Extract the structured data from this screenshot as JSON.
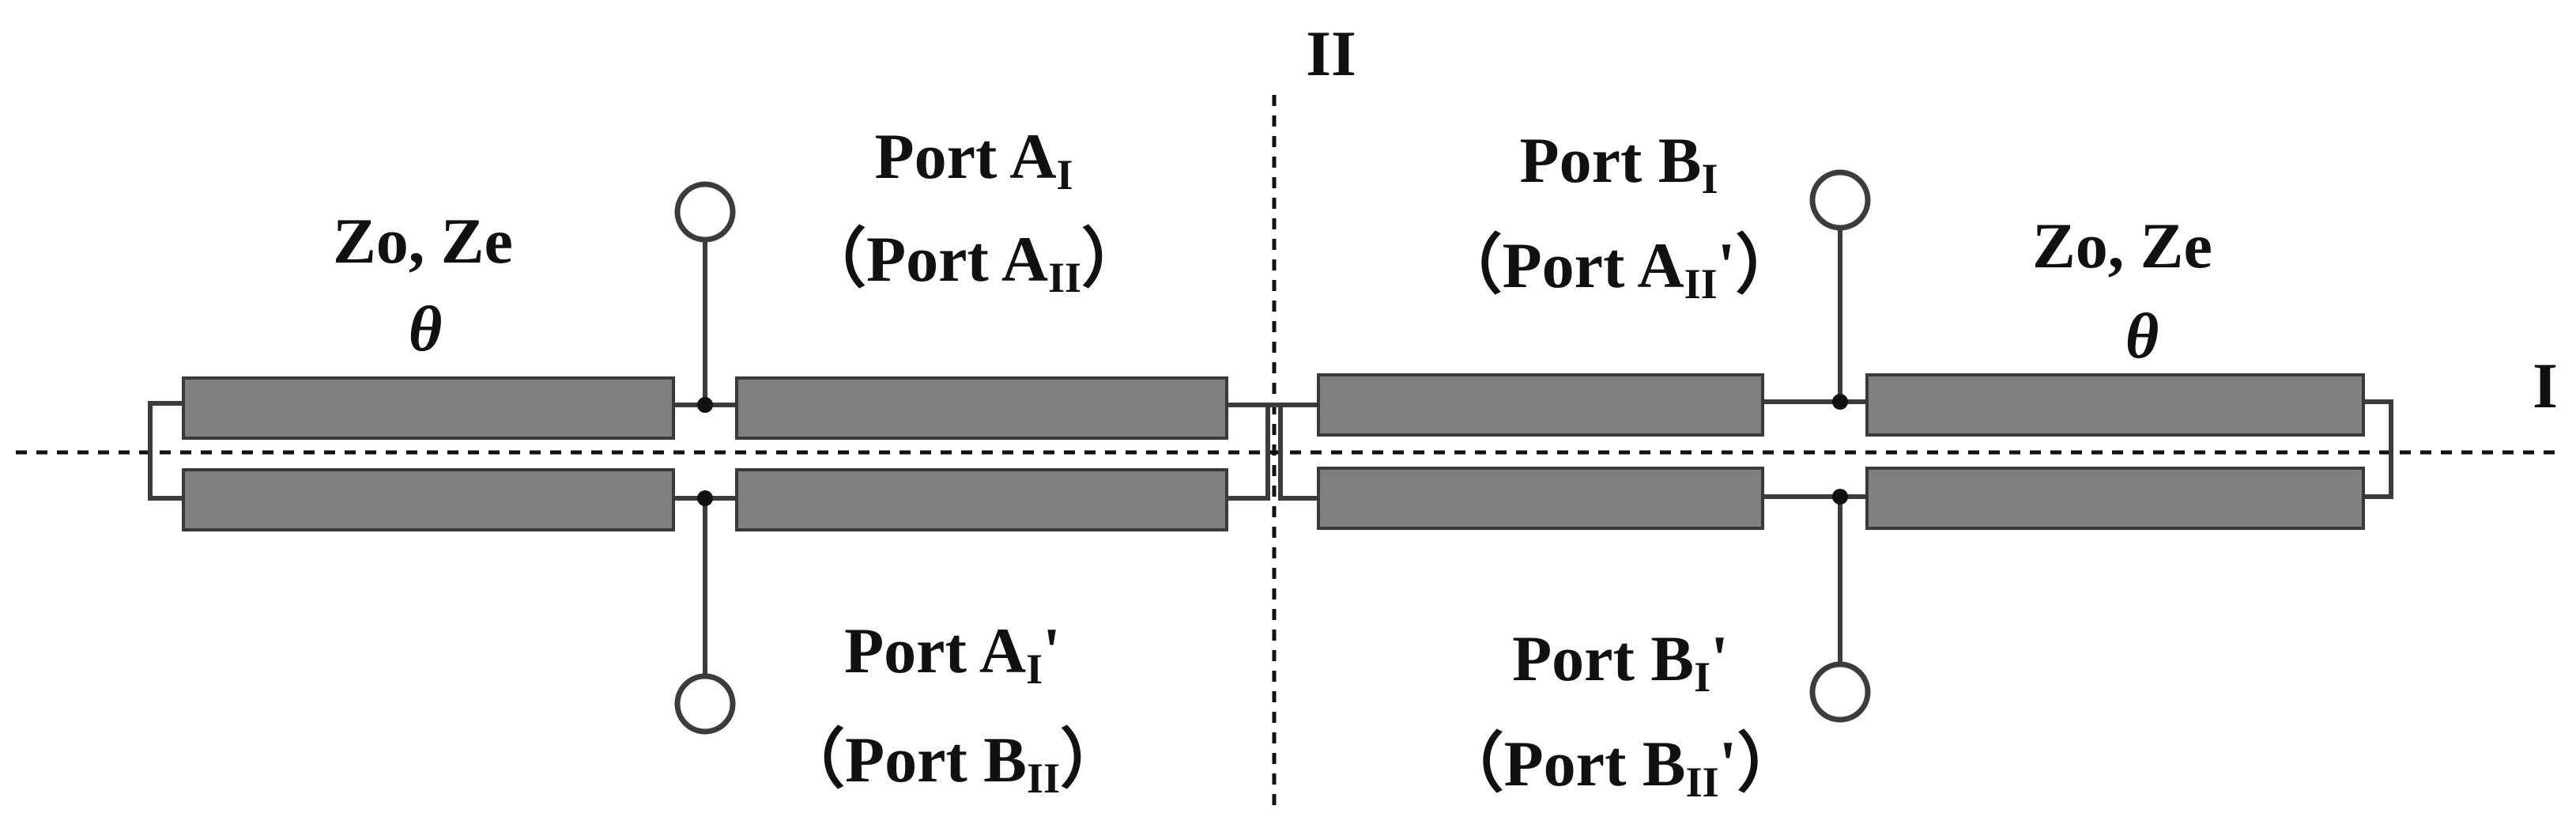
{
  "symmetry_planes": {
    "horizontal": "I",
    "vertical": "II"
  },
  "left_section": {
    "impedances": "Zo, Ze",
    "electrical_length": "θ"
  },
  "right_section": {
    "impedances": "Zo, Ze",
    "electrical_length": "θ"
  },
  "ports": {
    "port_a_top": {
      "name": "Port A",
      "sub": "I",
      "prime": "",
      "alt_open": "（",
      "alt_name": "Port A",
      "alt_sub": "II",
      "alt_prime": "",
      "alt_close": "）"
    },
    "port_b_top": {
      "name": "Port B",
      "sub": "I",
      "prime": "",
      "alt_open": "（",
      "alt_name": "Port A",
      "alt_sub": "II",
      "alt_prime": "'",
      "alt_close": "）"
    },
    "port_a_bottom": {
      "name": "Port A",
      "sub": "I",
      "prime": "'",
      "alt_open": "（",
      "alt_name": "Port B",
      "alt_sub": "II",
      "alt_prime": "",
      "alt_close": "）"
    },
    "port_b_bottom": {
      "name": "Port B",
      "sub": "I",
      "prime": "'",
      "alt_open": "（",
      "alt_name": "Port B",
      "alt_sub": "II",
      "alt_prime": "'",
      "alt_close": "）"
    }
  },
  "colors": {
    "line_section": "#7f7f7f",
    "wire": "#3c3c3c",
    "text": "#111111"
  }
}
